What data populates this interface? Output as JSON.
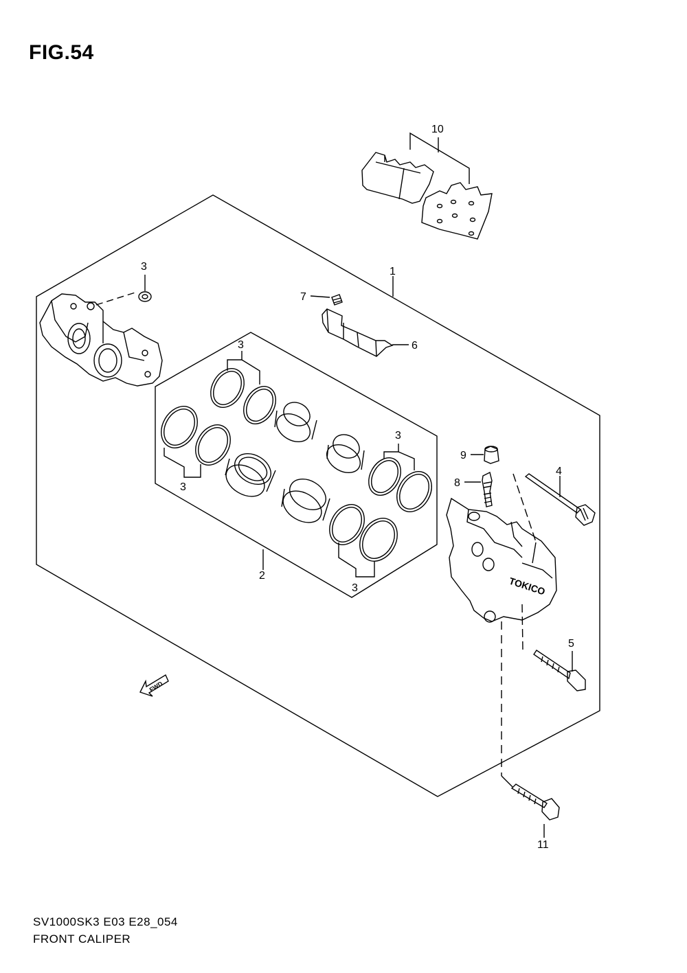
{
  "figure": {
    "title": "FIG.54",
    "code": "SV1000SK3 E03 E28_054",
    "name": "FRONT CALIPER"
  },
  "callouts": {
    "c1": "1",
    "c2": "2",
    "c3a": "3",
    "c3b": "3",
    "c3c": "3",
    "c3d": "3",
    "c3e": "3",
    "c4": "4",
    "c5": "5",
    "c6": "6",
    "c7": "7",
    "c8": "8",
    "c9": "9",
    "c10": "10",
    "c11": "11"
  },
  "markings": {
    "fwd": "FWD",
    "caliper_brand": "TOKICO"
  },
  "colors": {
    "line": "#000000",
    "background": "#ffffff"
  }
}
